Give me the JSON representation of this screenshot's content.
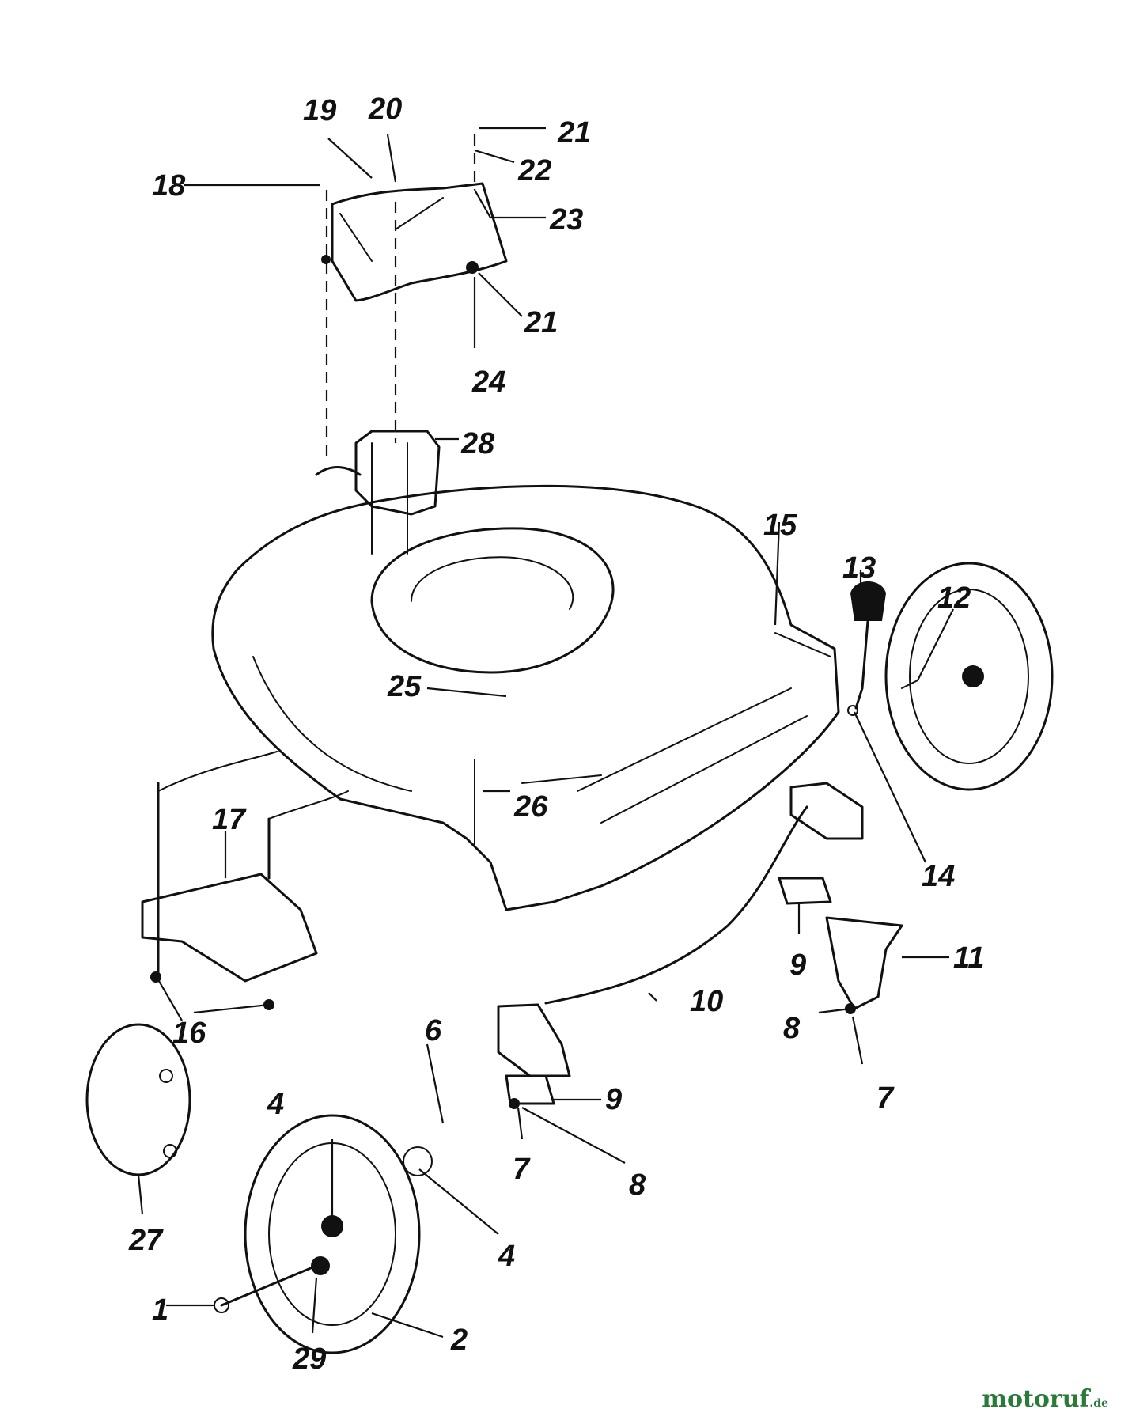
{
  "callouts": {
    "c1": "1",
    "c2": "2",
    "c4a": "4",
    "c4b": "4",
    "c6": "6",
    "c7a": "7",
    "c7b": "7",
    "c8a": "8",
    "c8b": "8",
    "c9a": "9",
    "c9b": "9",
    "c10": "10",
    "c11": "11",
    "c12": "12",
    "c13": "13",
    "c14": "14",
    "c15": "15",
    "c16": "16",
    "c17": "17",
    "c18": "18",
    "c19": "19",
    "c20": "20",
    "c21a": "21",
    "c21b": "21",
    "c22": "22",
    "c23": "23",
    "c24": "24",
    "c25": "25",
    "c26": "26",
    "c27": "27",
    "c28": "28",
    "c29": "29"
  },
  "watermark": {
    "brand": "motoruf",
    "suffix": ".de"
  }
}
